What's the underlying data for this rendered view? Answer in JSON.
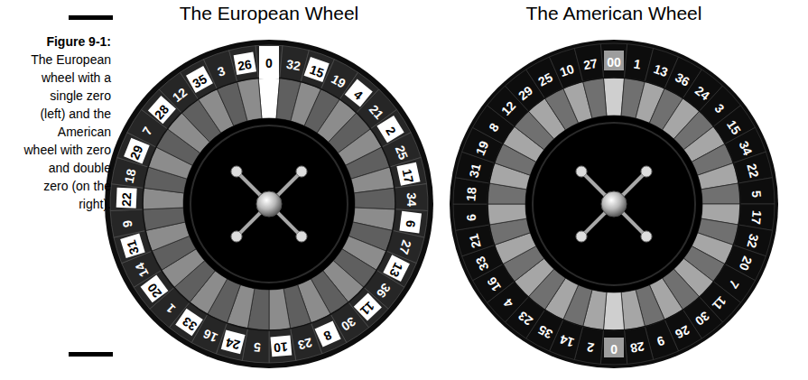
{
  "diagram": {
    "caption": "The European wheel with a single zero (left) and the American wheel with zero and double zero (on the right).",
    "labels": [
      "Figure 9-1:",
      "The European Wheel",
      "The American Wheel",
      "0",
      "32",
      "15",
      "19",
      "4",
      "21",
      "2",
      "25",
      "17",
      "34",
      "6",
      "27",
      "13",
      "36",
      "11",
      "30",
      "8",
      "23",
      "10",
      "5",
      "24",
      "16",
      "33",
      "1",
      "20",
      "14",
      "31",
      "9",
      "22",
      "18",
      "29",
      "7",
      "28",
      "12",
      "35",
      "3",
      "26",
      "00",
      "1",
      "13",
      "36",
      "24",
      "3",
      "15",
      "34",
      "22",
      "5",
      "17",
      "32",
      "20",
      "7",
      "11",
      "30",
      "26",
      "9",
      "28",
      "0",
      "2",
      "14",
      "35",
      "23",
      "4",
      "16",
      "33",
      "21",
      "6",
      "18",
      "31",
      "19",
      "8",
      "12",
      "29",
      "25",
      "10",
      "27"
    ]
  }
}
